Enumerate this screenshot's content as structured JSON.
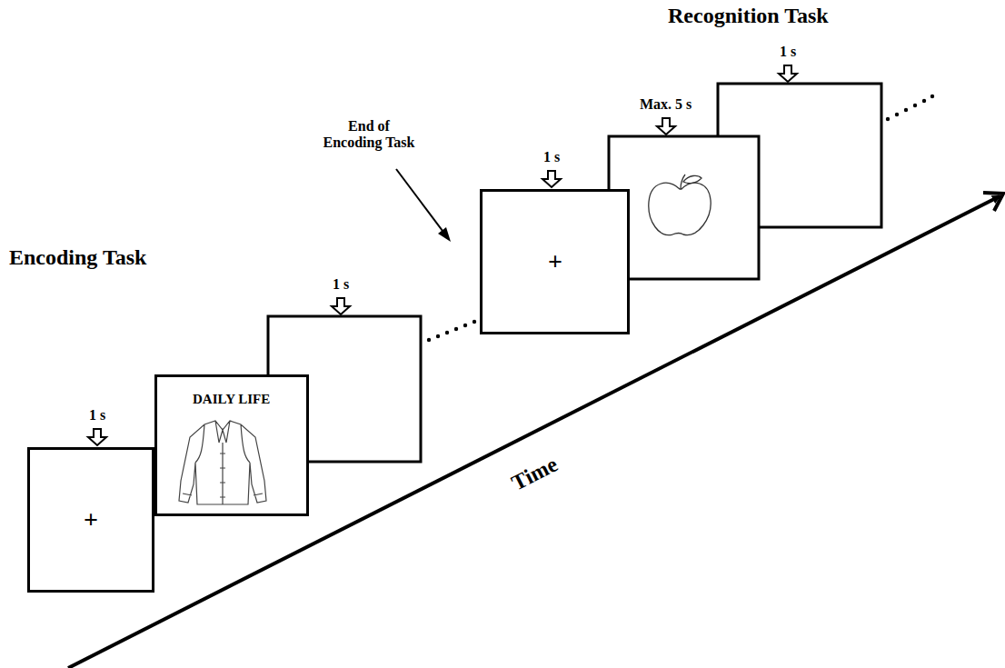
{
  "diagram": {
    "nodes": [
      {
        "text": [
          "+"
        ]
      },
      {
        "text": [
          "DAILY LIFE"
        ]
      },
      {
        "text": [
          "+"
        ]
      }
    ],
    "labels": [
      "Encoding Task",
      "Recognition Task",
      "End of Encoding Task",
      "Time",
      "1 s",
      "1 s",
      "1 s",
      "Max. 5 s",
      "1 s"
    ]
  }
}
